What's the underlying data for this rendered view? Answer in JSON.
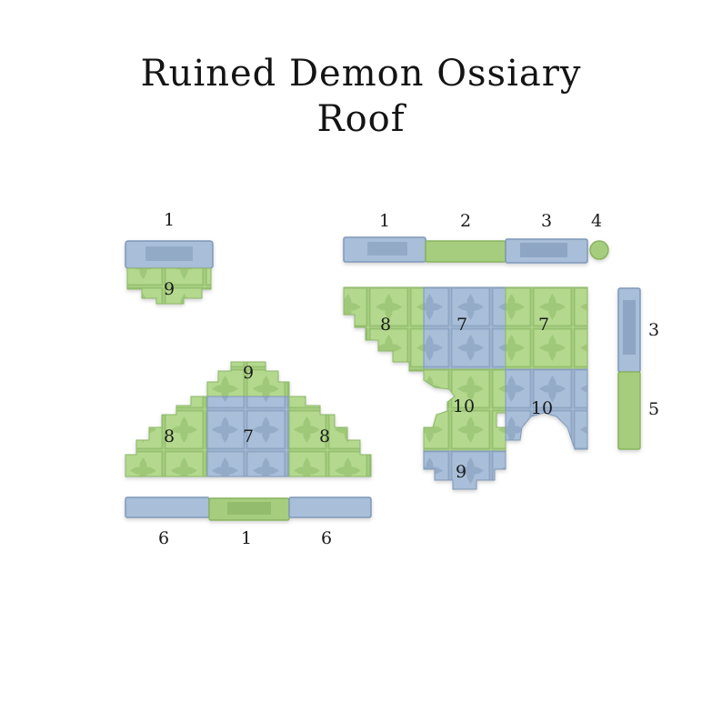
{
  "title": {
    "line1": "Ruined Demon Ossiary",
    "line2": "Roof"
  },
  "colors": {
    "background": "#ffffff",
    "blue_tile": "#a9bed8",
    "blue_tile_dark": "#8ea6c4",
    "green_tile": "#b4d98e",
    "green_tile_dark": "#96c070",
    "text": "#1a1a1a"
  },
  "labels": {
    "g1_top": "1",
    "g1_bottom": "9",
    "g2_top_1": "1",
    "g2_top_2": "2",
    "g2_top_3": "3",
    "g2_top_4": "4",
    "g2_8": "8",
    "g2_7a": "7",
    "g2_7b": "7",
    "g2_10a": "10",
    "g2_10b": "10",
    "g2_9": "9",
    "g2_side_3": "3",
    "g2_side_5": "5",
    "g3_9": "9",
    "g3_8a": "8",
    "g3_7": "7",
    "g3_8b": "8",
    "g3_bottom_6a": "6",
    "g3_bottom_1": "1",
    "g3_bottom_6b": "6"
  }
}
